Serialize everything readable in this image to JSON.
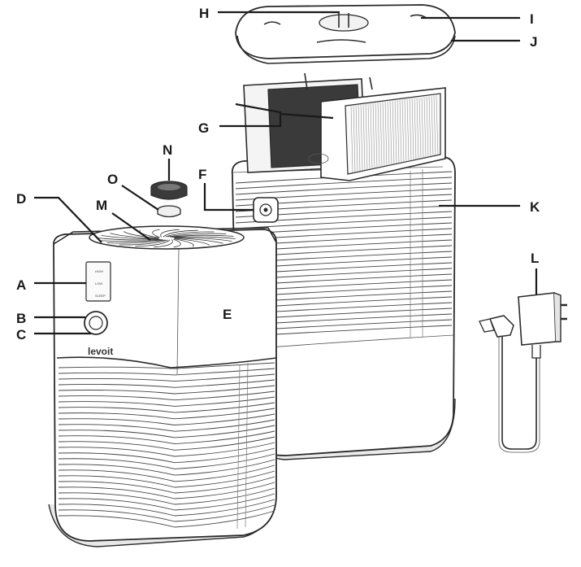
{
  "diagram": {
    "brand_text": "levoit",
    "panel_marks": [
      "HIGH",
      "LOW",
      "SLEEP"
    ],
    "callouts": {
      "A": "A",
      "B": "B",
      "C": "C",
      "D": "D",
      "E": "E",
      "F": "F",
      "G": "G",
      "H": "H",
      "I": "I",
      "J": "J",
      "K": "K",
      "L": "L",
      "M": "M",
      "N": "N",
      "O": "O"
    },
    "colors": {
      "line": "#2a2a2a",
      "body": "#ffffff",
      "shadow": "#e6e6e6"
    }
  }
}
